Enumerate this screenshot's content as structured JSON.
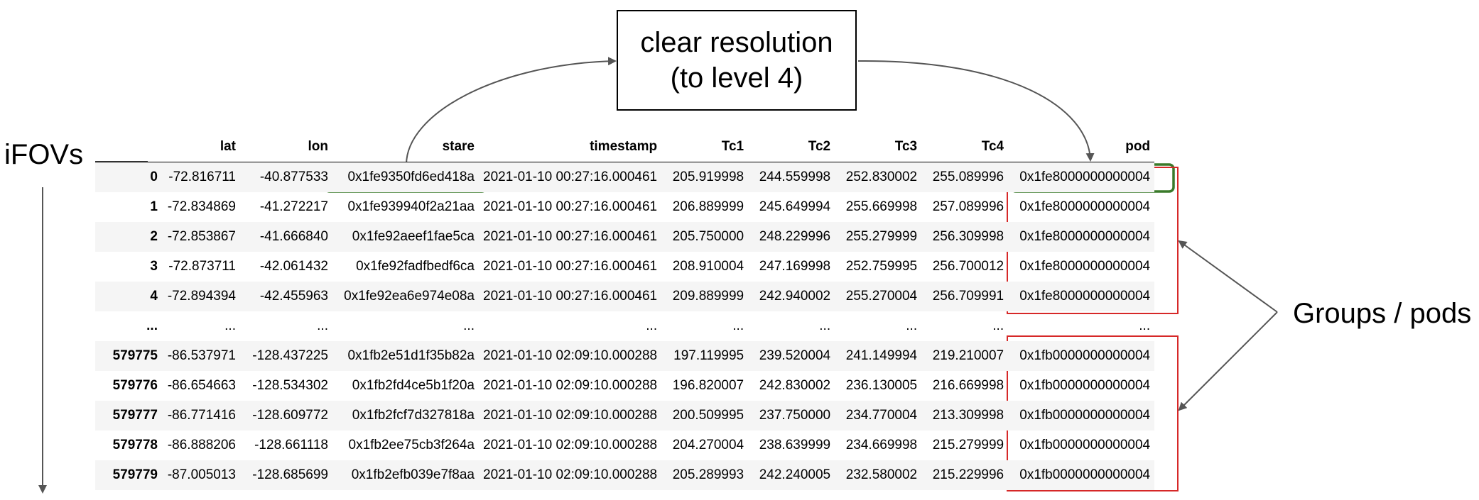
{
  "callout": {
    "line1": "clear resolution",
    "line2": "(to level 4)"
  },
  "labels": {
    "ifovs": "iFOVs",
    "groups": "Groups / pods"
  },
  "colors": {
    "stare_highlight": "#3a7a2a",
    "pod_highlight": "#d62828",
    "arrow": "#555555",
    "stripe": "#f5f5f5"
  },
  "table": {
    "columns": [
      "",
      "lat",
      "lon",
      "stare",
      "timestamp",
      "Tc1",
      "Tc2",
      "Tc3",
      "Tc4",
      "pod"
    ],
    "rows": [
      [
        "0",
        "-72.816711",
        "-40.877533",
        "0x1fe9350fd6ed418a",
        "2021-01-10 00:27:16.000461",
        "205.919998",
        "244.559998",
        "252.830002",
        "255.089996",
        "0x1fe8000000000004"
      ],
      [
        "1",
        "-72.834869",
        "-41.272217",
        "0x1fe939940f2a21aa",
        "2021-01-10 00:27:16.000461",
        "206.889999",
        "245.649994",
        "255.669998",
        "257.089996",
        "0x1fe8000000000004"
      ],
      [
        "2",
        "-72.853867",
        "-41.666840",
        "0x1fe92aeef1fae5ca",
        "2021-01-10 00:27:16.000461",
        "205.750000",
        "248.229996",
        "255.279999",
        "256.309998",
        "0x1fe8000000000004"
      ],
      [
        "3",
        "-72.873711",
        "-42.061432",
        "0x1fe92fadfbedf6ca",
        "2021-01-10 00:27:16.000461",
        "208.910004",
        "247.169998",
        "252.759995",
        "256.700012",
        "0x1fe8000000000004"
      ],
      [
        "4",
        "-72.894394",
        "-42.455963",
        "0x1fe92ea6e974e08a",
        "2021-01-10 00:27:16.000461",
        "209.889999",
        "242.940002",
        "255.270004",
        "256.709991",
        "0x1fe8000000000004"
      ],
      [
        "...",
        "...",
        "...",
        "...",
        "...",
        "...",
        "...",
        "...",
        "...",
        "..."
      ],
      [
        "579775",
        "-86.537971",
        "-128.437225",
        "0x1fb2e51d1f35b82a",
        "2021-01-10 02:09:10.000288",
        "197.119995",
        "239.520004",
        "241.149994",
        "219.210007",
        "0x1fb0000000000004"
      ],
      [
        "579776",
        "-86.654663",
        "-128.534302",
        "0x1fb2fd4ce5b1f20a",
        "2021-01-10 02:09:10.000288",
        "196.820007",
        "242.830002",
        "236.130005",
        "216.669998",
        "0x1fb0000000000004"
      ],
      [
        "579777",
        "-86.771416",
        "-128.609772",
        "0x1fb2fcf7d327818a",
        "2021-01-10 02:09:10.000288",
        "200.509995",
        "237.750000",
        "234.770004",
        "213.309998",
        "0x1fb0000000000004"
      ],
      [
        "579778",
        "-86.888206",
        "-128.661118",
        "0x1fb2ee75cb3f264a",
        "2021-01-10 02:09:10.000288",
        "204.270004",
        "238.639999",
        "234.669998",
        "215.279999",
        "0x1fb0000000000004"
      ],
      [
        "579779",
        "-87.005013",
        "-128.685699",
        "0x1fb2efb039e7f8aa",
        "2021-01-10 02:09:10.000288",
        "205.289993",
        "242.240005",
        "232.580002",
        "215.229996",
        "0x1fb0000000000004"
      ]
    ]
  }
}
